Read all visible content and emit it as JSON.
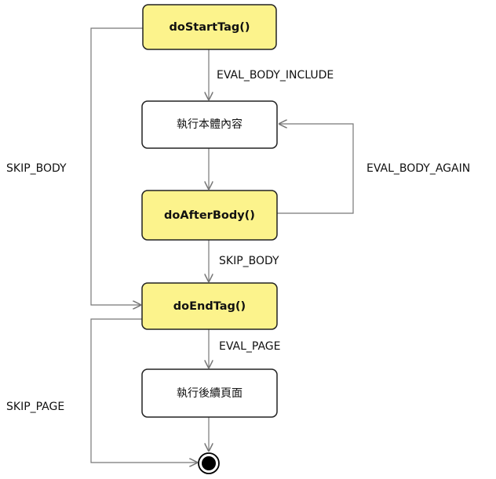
{
  "nodes": {
    "doStartTag": "doStartTag()",
    "executeBody": "執行本體內容",
    "doAfterBody": "doAfterBody()",
    "doEndTag": "doEndTag()",
    "executePage": "執行後續頁面"
  },
  "edges": {
    "evalBodyInclude": "EVAL_BODY_INCLUDE",
    "evalBodyAgain": "EVAL_BODY_AGAIN",
    "skipBodyFromStart": "SKIP_BODY",
    "skipBodyFromAfter": "SKIP_BODY",
    "evalPage": "EVAL_PAGE",
    "skipPage": "SKIP_PAGE"
  },
  "colors": {
    "method_fill": "#fcf38c",
    "plain_fill": "#ffffff",
    "line": "#777777",
    "end_node": "#000000"
  }
}
